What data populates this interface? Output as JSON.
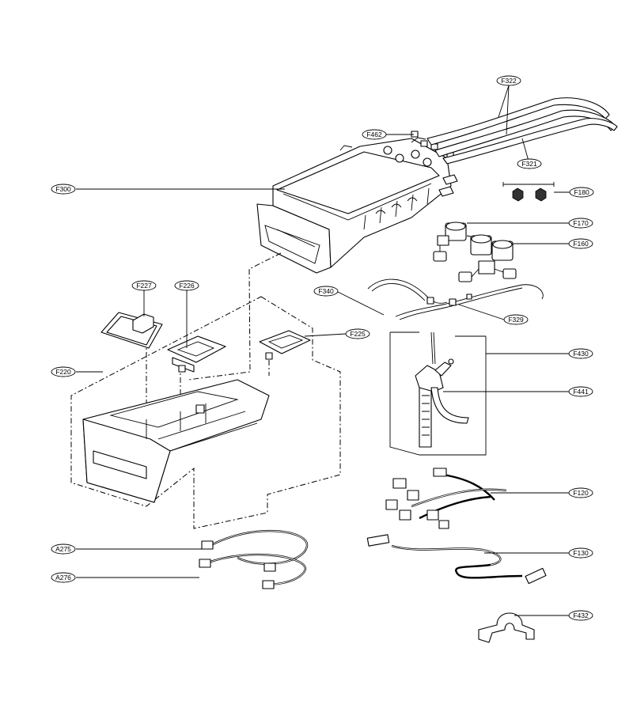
{
  "labels": {
    "F322": "F322",
    "F462": "F462",
    "F321": "F321",
    "F300": "F300",
    "F180": "F180",
    "F170": "F170",
    "F160": "F160",
    "F340": "F340",
    "F329": "F329",
    "F227": "F227",
    "F226": "F226",
    "F225": "F225",
    "F220": "F220",
    "F430": "F430",
    "F441": "F441",
    "F120": "F120",
    "A275": "A275",
    "A276": "A276",
    "F130": "F130",
    "F432": "F432"
  }
}
